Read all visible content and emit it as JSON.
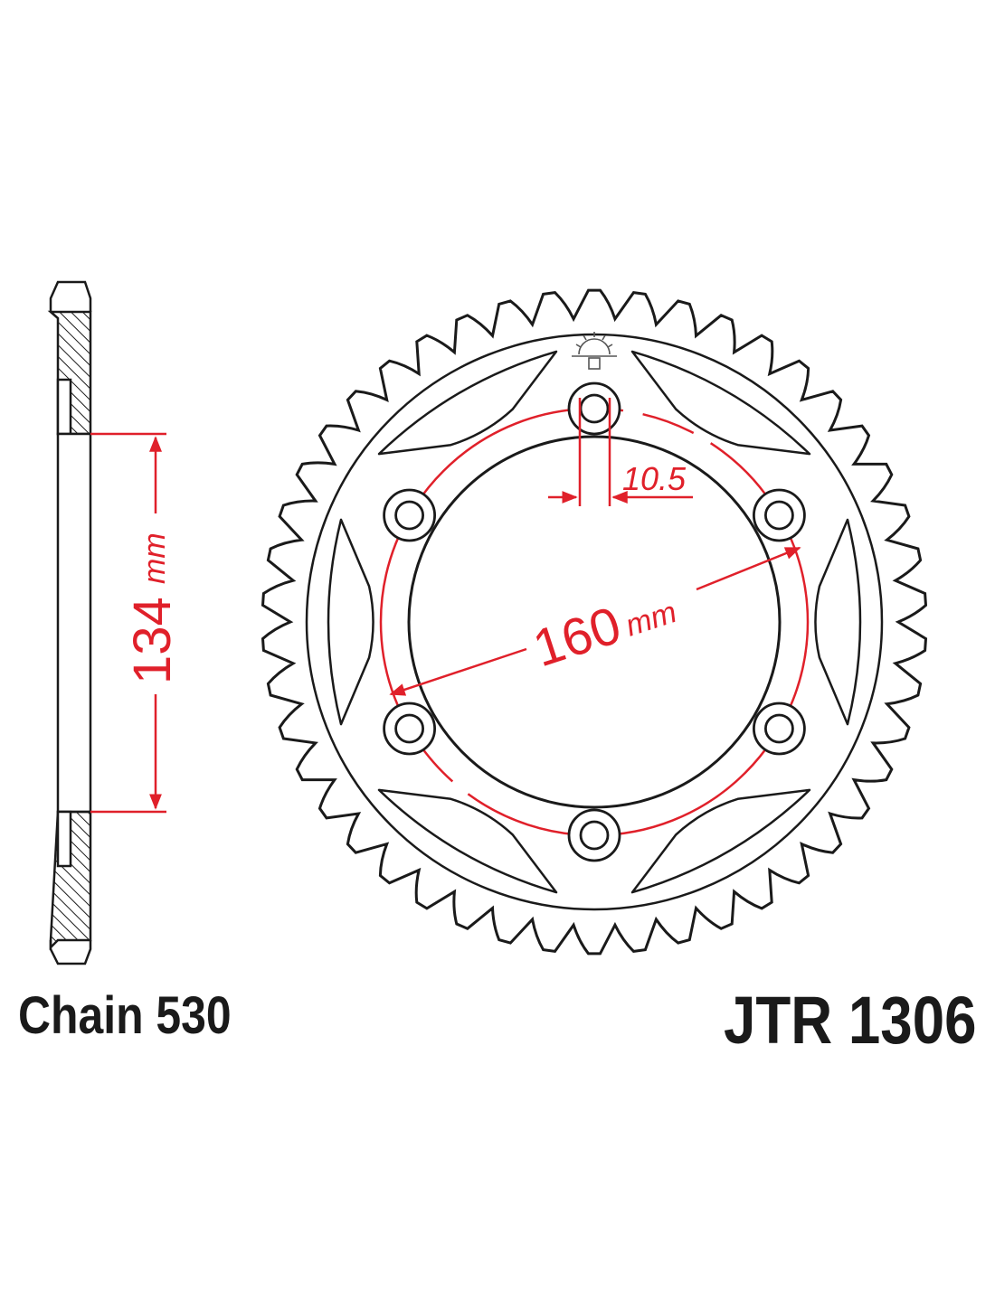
{
  "sprocket": {
    "tooth_count": 46,
    "bolt_count": 6,
    "outline_color": "#1a1a1a",
    "dimension_color": "#e0202a"
  },
  "dimensions": {
    "center_bore_value": "134",
    "center_bore_unit": "mm",
    "bolt_circle_value": "160",
    "bolt_circle_unit": "mm",
    "bolt_hole": "10.5"
  },
  "labels": {
    "chain": "Chain 530",
    "part_number": "JTR 1306"
  },
  "icons": {
    "logo": "jt-sun-logo-icon"
  }
}
